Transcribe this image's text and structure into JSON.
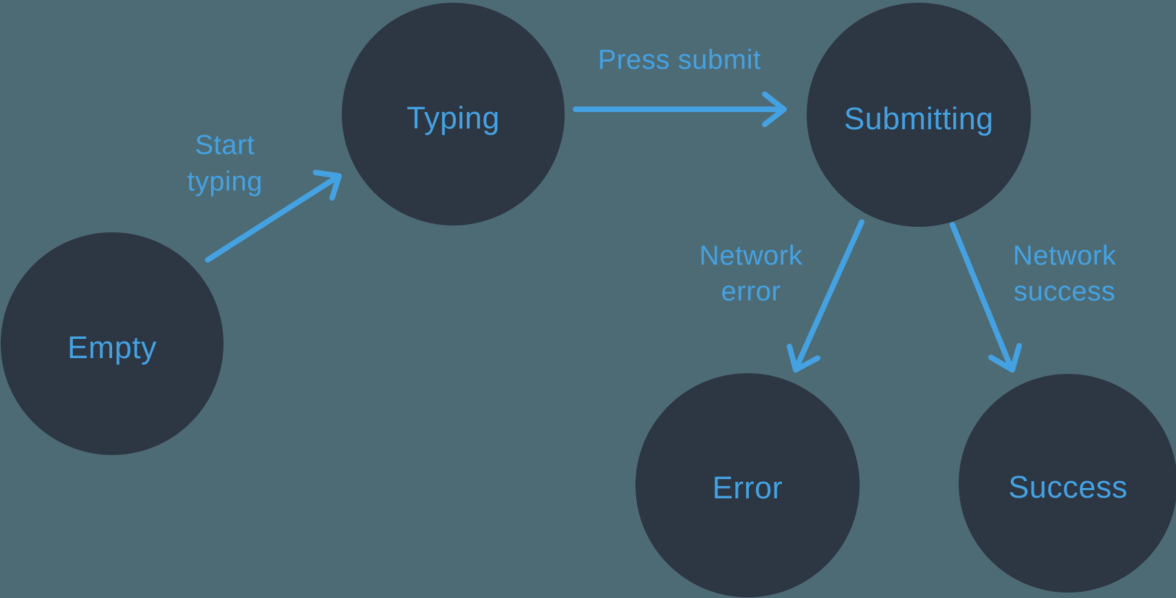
{
  "diagram": {
    "type": "state-machine",
    "colors": {
      "background": "#4D6B75",
      "node_fill": "#2D3643",
      "accent": "#45A2E2"
    },
    "nodes": [
      {
        "id": "empty",
        "label": "Empty"
      },
      {
        "id": "typing",
        "label": "Typing"
      },
      {
        "id": "submitting",
        "label": "Submitting"
      },
      {
        "id": "error",
        "label": "Error"
      },
      {
        "id": "success",
        "label": "Success"
      }
    ],
    "transitions": [
      {
        "from": "empty",
        "to": "typing",
        "label": "Start typing",
        "label_lines": [
          "Start",
          "typing"
        ]
      },
      {
        "from": "typing",
        "to": "submitting",
        "label": "Press submit",
        "label_lines": [
          "Press submit"
        ]
      },
      {
        "from": "submitting",
        "to": "error",
        "label": "Network error",
        "label_lines": [
          "Network",
          "error"
        ]
      },
      {
        "from": "submitting",
        "to": "success",
        "label": "Network success",
        "label_lines": [
          "Network",
          "success"
        ]
      }
    ]
  }
}
